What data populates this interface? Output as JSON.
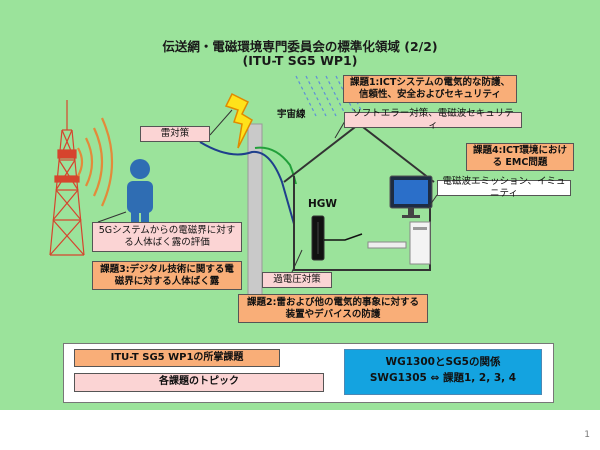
{
  "title": {
    "line1": "伝送網・電磁環境専門委員会の標準化領域 (2/2)",
    "line2": "(ITU-T SG5 WP1)"
  },
  "labels": {
    "cosmic_rays": "宇宙線",
    "hgw": "HGW"
  },
  "boxes": {
    "issue1": "課題1:ICTシステムの電気的な防護、信頼性、安全およびセキュリティ",
    "issue1_topic": "ソフトエラー対策、電磁波セキュリティ",
    "issue4": "課題4:ICT環境における EMC問題",
    "issue4_topic": "電磁波エミッション、イミュニティ",
    "lightning": "雷対策",
    "overvoltage": "過電圧対策",
    "issue2": "課題2:雷および他の電気的事象に対する装置やデバイスの防護",
    "issue3": "課題3:デジタル技術に関する電磁界に対する人体ばく露",
    "issue3_topic": "5Gシステムからの電磁界に対する人体ばく露の評価"
  },
  "legend": {
    "task": "ITU-T SG5 WP1の所掌課題",
    "topic": "各課題のトピック",
    "wg_line1": "WG1300とSG5の関係",
    "wg_line2": "SWG1305 ⇔ 課題1, 2, 3, 4"
  },
  "page_number": "1",
  "colors": {
    "background": "#9be39b",
    "issue_box": "#f9ae78",
    "topic_box": "#fbd4d4",
    "relation_box": "#14a3e0"
  }
}
